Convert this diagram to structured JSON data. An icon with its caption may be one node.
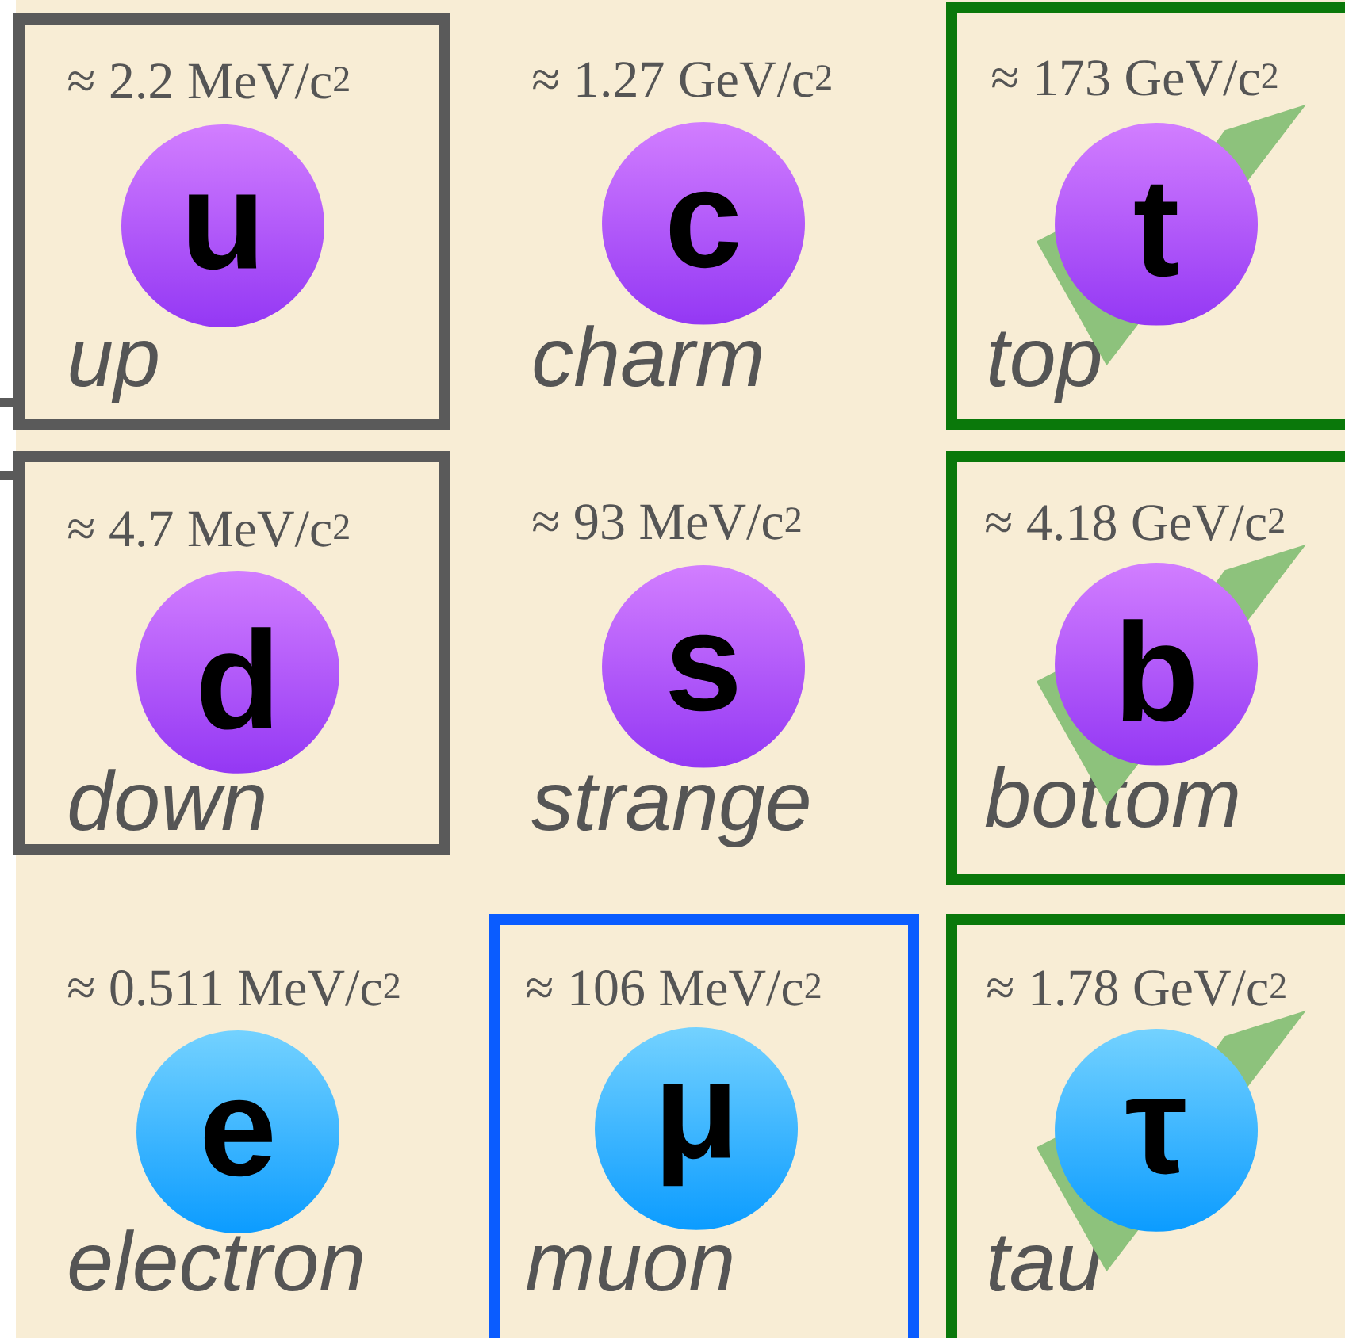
{
  "diagram": {
    "nodes": [
      {
        "text": [
          "≈ 2.2 MeV/c$^{2}$",
          "up"
        ]
      },
      {
        "text": [
          "u"
        ],
        "in": 0
      },
      {
        "text": [
          "c"
        ],
        "beside": [
          "≈ 1.27 GeV/c$^{2}$",
          "charm"
        ]
      },
      {
        "text": [
          "≈ 173 GeV/c$^{2}$",
          "top"
        ]
      },
      {
        "text": [
          "t"
        ],
        "in": 3
      },
      {
        "text": [
          "≈ 4.7 MeV/c$^{2}$",
          "down"
        ]
      },
      {
        "text": [
          "d"
        ],
        "in": 5
      },
      {
        "text": [
          "s"
        ],
        "beside": [
          "≈ 93 MeV/c$^{2}$",
          "strange"
        ]
      },
      {
        "text": [
          "≈ 4.18 GeV/c$^{2}$",
          "bottom"
        ]
      },
      {
        "text": [
          "b"
        ],
        "in": 8
      },
      {
        "text": [
          "e"
        ],
        "beside": [
          "≈ 0.511 MeV/c$^{2}$",
          "electron"
        ]
      },
      {
        "text": [
          "≈ 106 MeV/c$^{2}$",
          "muon"
        ]
      },
      {
        "text": [
          "μ"
        ],
        "in": 11
      },
      {
        "text": [
          "≈ 1.78 GeV/c$^{2}$",
          "tau"
        ]
      },
      {
        "text": [
          "τ"
        ],
        "in": 13
      }
    ]
  }
}
